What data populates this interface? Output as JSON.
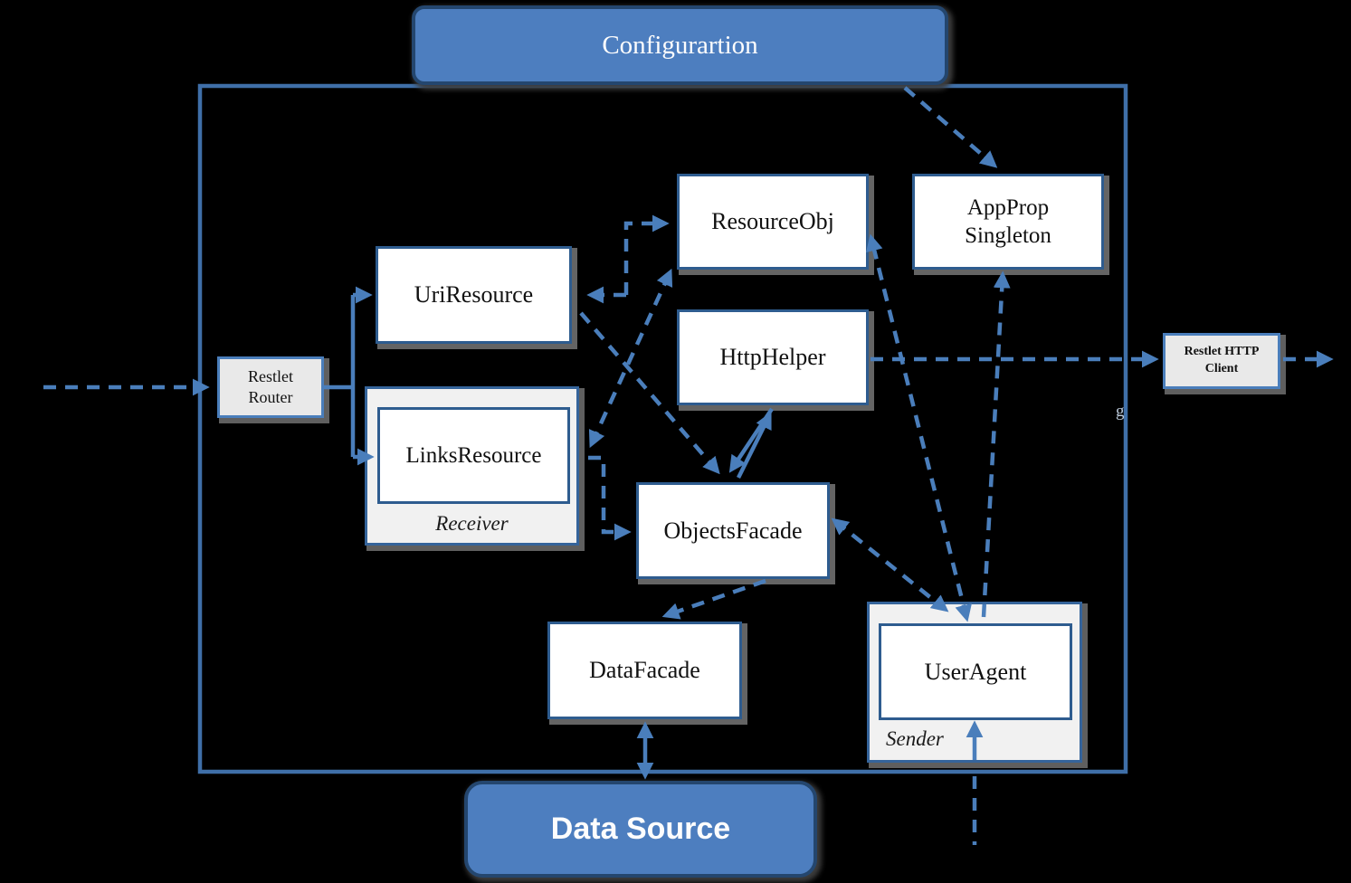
{
  "diagram": {
    "background": "#000000",
    "colors": {
      "capsule_fill": "#4d7ebf",
      "capsule_border": "#24466e",
      "line_blue": "#4a7ebb",
      "box_border_blue": "#2e5c8f",
      "panel_gray": "#f1f1f1",
      "shadow_gray": "#646464",
      "text_black": "#111111",
      "text_white": "#fdfdfd"
    },
    "nodes": {
      "configuration": {
        "label": "Configurartion"
      },
      "data_source": {
        "label": "Data Source"
      },
      "restlet_router": {
        "line1": "Restlet",
        "line2": "Router"
      },
      "uri_resource": {
        "label": "UriResource"
      },
      "links_resource": {
        "label": "LinksResource"
      },
      "receiver_group": {
        "label": "Receiver"
      },
      "resource_obj": {
        "label": "ResourceObj"
      },
      "app_prop_singleton": {
        "line1": "AppProp",
        "line2": "Singleton"
      },
      "http_helper": {
        "label": "HttpHelper"
      },
      "objects_facade": {
        "label": "ObjectsFacade"
      },
      "data_facade": {
        "label": "DataFacade"
      },
      "user_agent": {
        "label": "UserAgent"
      },
      "sender_group": {
        "label": "Sender"
      },
      "restlet_http_client": {
        "line1": "Restlet HTTP",
        "line2": "Client"
      }
    },
    "stray_text": "g",
    "connections": [
      "external -> restlet_router (dashed)",
      "restlet_router -> uri_resource (solid)",
      "restlet_router -> links_resource (solid)",
      "uri_resource <-> resource_obj (dashed)",
      "links_resource <-> resource_obj (dashed)",
      "uri_resource -> objects_facade (dashed)",
      "links_resource -> objects_facade (dashed)",
      "objects_facade <-> http_helper (solid pair)",
      "objects_facade -> data_facade (dashed)",
      "data_facade <-> data_source (solid)",
      "objects_facade <-> user_agent (dashed)",
      "user_agent <-> resource_obj (dashed)",
      "user_agent -> app_prop_singleton (dashed)",
      "configuration -> app_prop_singleton (dashed)",
      "http_helper -> restlet_http_client (dashed)",
      "restlet_http_client -> external (dashed)",
      "below -> user_agent (dashed/solid)"
    ]
  }
}
